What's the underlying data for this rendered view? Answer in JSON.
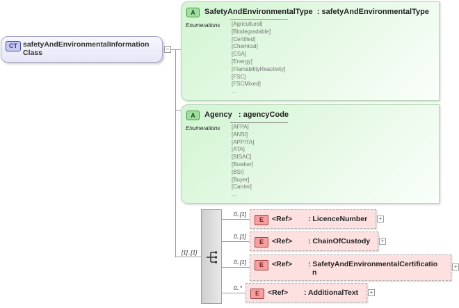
{
  "complex_type": {
    "badge": "CT",
    "title": "safetyAndEnvironmentalInformation Class",
    "expand": "−"
  },
  "attributes": [
    {
      "badge": "A",
      "title": "SafetyAndEnvironmentalType  : safetyAndEnvironmentalType",
      "enum_label": "Enumerations",
      "values": [
        "[Agricultural]",
        "[Biodegradable]",
        "[Certified]",
        "[Chemical]",
        "[CSA]",
        "[Energy]",
        "[FlamabilityReactivity]",
        "[FSC]",
        "[FSCMixed]",
        "..."
      ]
    },
    {
      "badge": "A",
      "title": "Agency   : agencyCode",
      "enum_label": "Enumerations",
      "values": [
        "[AFPA]",
        "[ANSI]",
        "[APPITA]",
        "[ATA]",
        "[BISAC]",
        "[Bowker]",
        "[BSI]",
        "[Buyer]",
        "[Carrier]",
        "..."
      ]
    }
  ],
  "sequence": {
    "cardinality": "[1]..[1]"
  },
  "elements": [
    {
      "badge": "E",
      "ref": "<Ref>",
      "name": ": LicenceNumber",
      "cardinality": "0..[1]",
      "expand": "+"
    },
    {
      "badge": "E",
      "ref": "<Ref>",
      "name": ": ChainOfCustody",
      "cardinality": "0..[1]",
      "expand": "+"
    },
    {
      "badge": "E",
      "ref": "<Ref>",
      "name_line1": ": SafetyAndEnvironmentalCertificatio",
      "name_line2": "n",
      "cardinality": "0..[1]",
      "expand": "+"
    },
    {
      "badge": "E",
      "ref": "<Ref>",
      "name": ": AdditionalText",
      "cardinality": "0..*",
      "expand": "+"
    }
  ]
}
